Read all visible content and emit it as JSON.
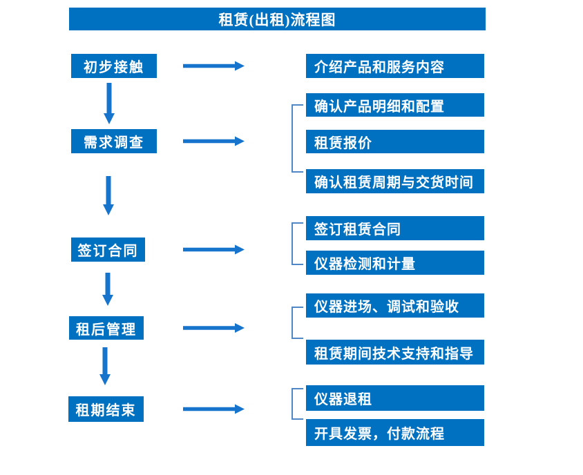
{
  "title": "租赁(出租)流程图",
  "colors": {
    "box_blue": "#0070c0",
    "arrow_blue": "#1674cc",
    "bracket_blue": "#4f86c6",
    "text_white": "#ffffff",
    "background": "#ffffff"
  },
  "stages": [
    {
      "label": "初步接触",
      "details": [
        "介绍产品和服务内容"
      ]
    },
    {
      "label": "需求调查",
      "details": [
        "确认产品明细和配置",
        "租赁报价",
        "确认租赁周期与交货时间"
      ]
    },
    {
      "label": "签订合同",
      "details": [
        "签订租赁合同",
        "仪器检测和计量"
      ]
    },
    {
      "label": "租后管理",
      "details": [
        "仪器进场、调试和验收",
        "租赁期间技术支持和指导"
      ]
    },
    {
      "label": "租期结束",
      "details": [
        "仪器退租",
        "开具发票，付款流程"
      ]
    }
  ]
}
